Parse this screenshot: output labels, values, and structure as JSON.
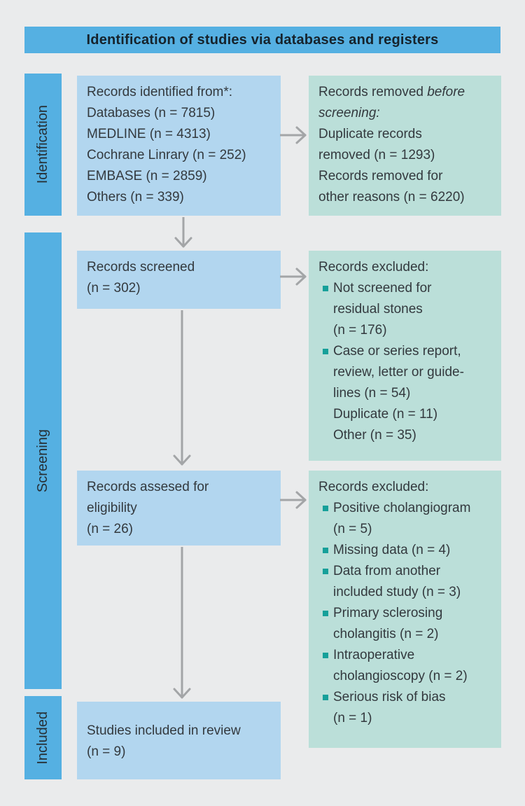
{
  "title": "Identification of studies via databases and registers",
  "stages": {
    "identification": "Identification",
    "screening": "Screening",
    "included": "Included"
  },
  "boxes": {
    "records_identified": "Records identified from*:\nDatabases (n = 7815)\nMEDLINE (n = 4313)\nCochrane Linrary (n = 252)\nEMBASE (n = 2859)\nOthers (n = 339)",
    "records_removed": {
      "title_prefix": "Records removed ",
      "title_italic": "before screening:",
      "body": "Duplicate records\nremoved (n = 1293)\nRecords removed for\nother reasons (n = 6220)"
    },
    "records_screened": "Records screened\n(n = 302)",
    "records_excluded_screening": {
      "title": "Records excluded:",
      "items": [
        "Not screened for\nresidual stones\n(n = 176)",
        "Case or series report,\nreview, letter or guide-\nlines (n = 54)\nDuplicate (n = 11)\nOther (n = 35)"
      ]
    },
    "records_assessed": "Records assesed for\neligibility\n(n = 26)",
    "records_excluded_eligibility": {
      "title": "Records excluded:",
      "items": [
        "Positive cholangiogram\n(n = 5)",
        "Missing data (n = 4)",
        "Data from another\nincluded study (n = 3)",
        "Primary sclerosing\ncholangitis (n = 2)",
        "Intraoperative\ncholangioscopy (n = 2)",
        "Serious risk of bias\n(n = 1)"
      ]
    },
    "studies_included": "Studies included in review\n(n = 9)"
  },
  "colors": {
    "accent_blue": "#55b0e2",
    "box_blue": "#b2d6ef",
    "box_teal": "#bbdfd9",
    "bullet_teal": "#16a09a",
    "arrow_gray": "#a3a5a7",
    "background_gray": "#eaebec"
  }
}
